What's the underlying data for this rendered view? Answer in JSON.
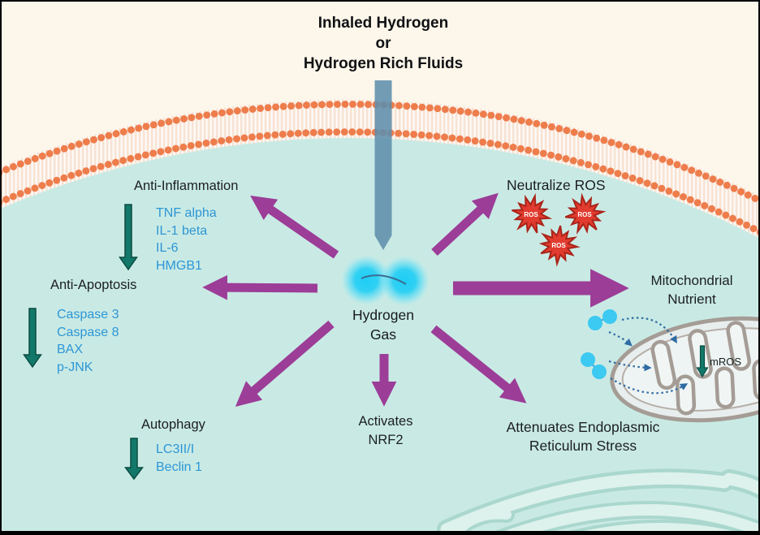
{
  "title": {
    "line1": "Inhaled Hydrogen",
    "line2": "or",
    "line3": "Hydrogen Rich Fluids"
  },
  "center": {
    "label_line1": "Hydrogen",
    "label_line2": "Gas"
  },
  "effects": {
    "anti_inflammation": {
      "label": "Anti-Inflammation",
      "markers": [
        "TNF alpha",
        "IL-1 beta",
        "IL-6",
        "HMGB1"
      ]
    },
    "anti_apoptosis": {
      "label": "Anti-Apoptosis",
      "markers": [
        "Caspase 3",
        "Caspase 8",
        "BAX",
        "p-JNK"
      ]
    },
    "autophagy": {
      "label": "Autophagy",
      "markers": [
        "LC3II/I",
        "Beclin 1"
      ]
    },
    "nrf2": {
      "label_line1": "Activates",
      "label_line2": "NRF2"
    },
    "er_stress": {
      "label_line1": "Attenuates Endoplasmic",
      "label_line2": "Reticulum Stress"
    },
    "neutralize_ros": {
      "label": "Neutralize ROS",
      "ros_badge": "ROS"
    },
    "mitochondrial_nutrient": {
      "label_line1": "Mitochondrial",
      "label_line2": "Nutrient",
      "mros_label": "mROS"
    }
  },
  "colors": {
    "outside_background": "#fcf7ea",
    "cell_interior": "#c9eae4",
    "membrane_orange": "#ee7d4c",
    "arrow_purple": "#9c3d98",
    "arrow_teal": "#12786a",
    "marker_text_blue": "#2d96d6",
    "ros_red": "#e13c2f",
    "inhale_arrow_blue": "#5e8eac",
    "hydrogen_glow_cyan": "#27cff4"
  }
}
